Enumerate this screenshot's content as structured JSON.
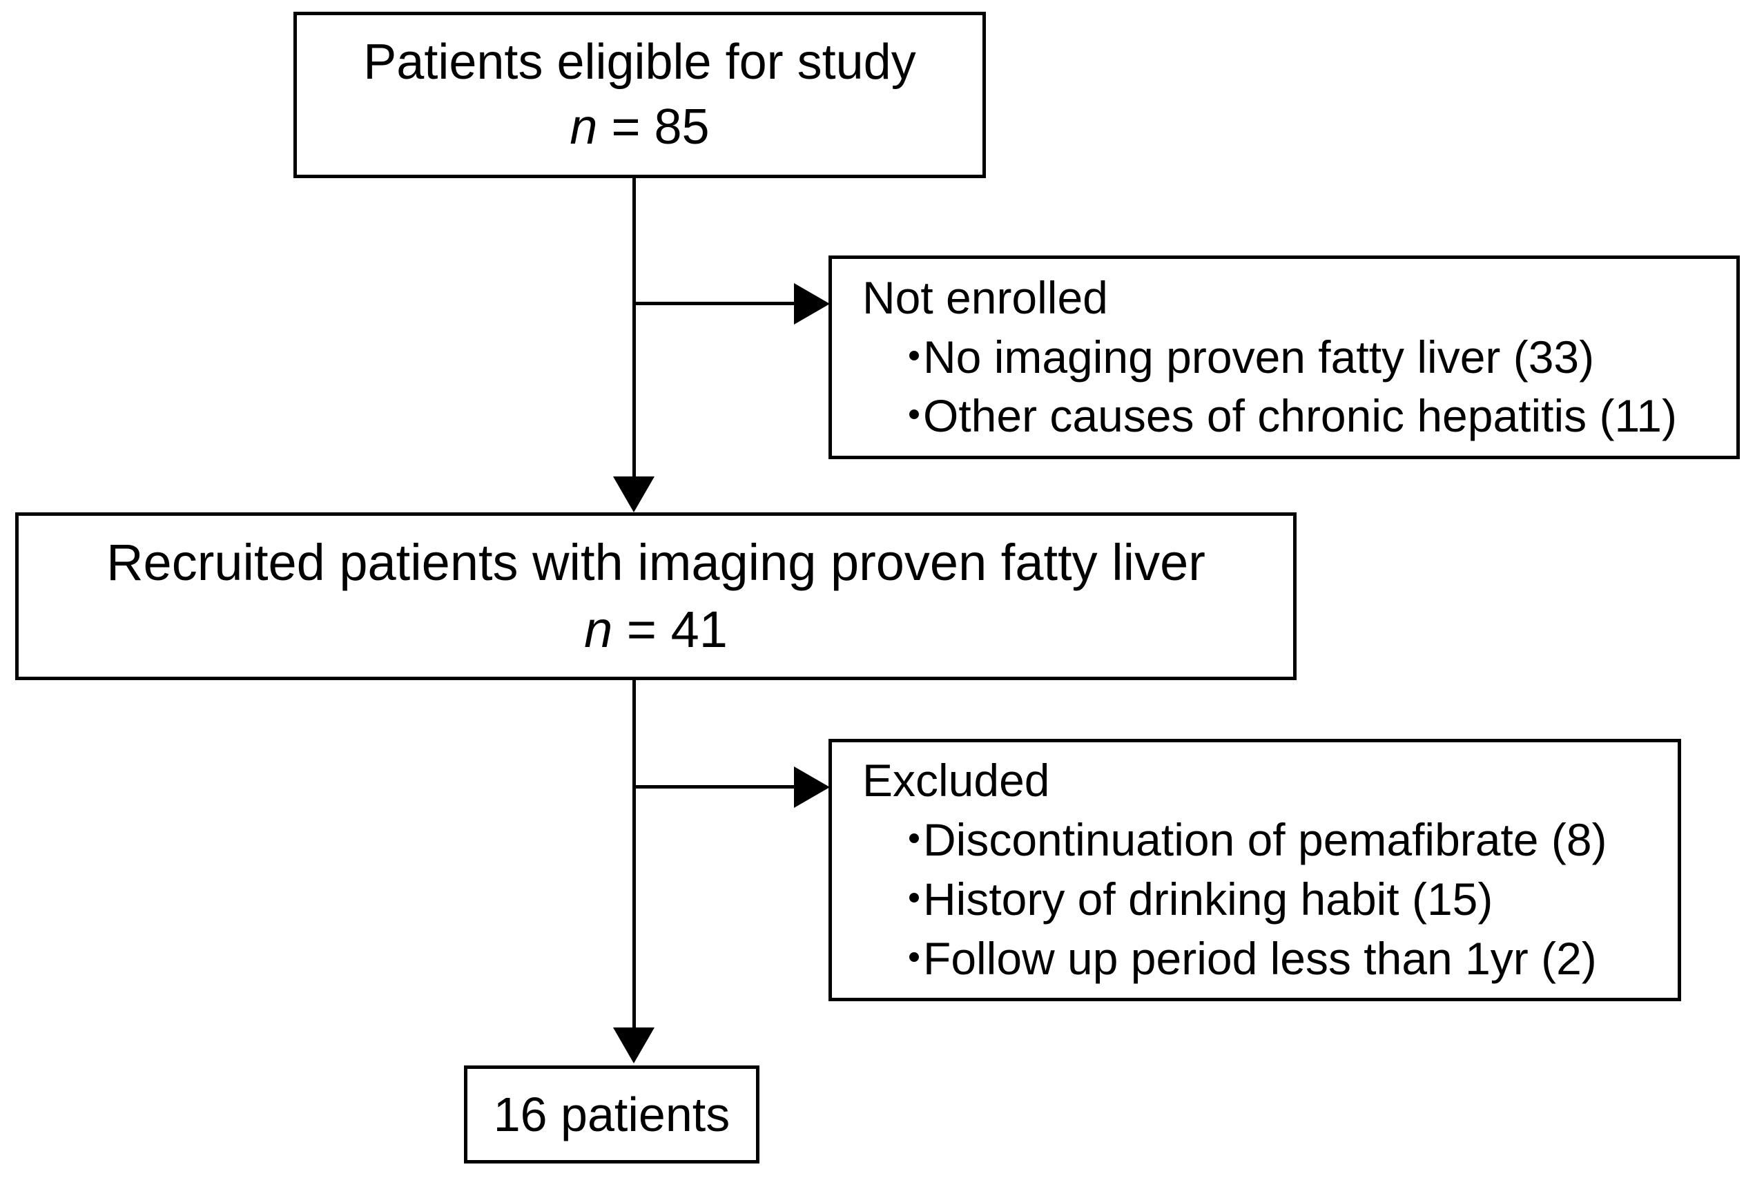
{
  "diagram": {
    "type": "study-flow-diagram",
    "nodes": {
      "eligible": {
        "line1": "Patients eligible for study",
        "n_symbol": "n",
        "n_value": " = 85"
      },
      "not_enrolled": {
        "heading": "Not enrolled",
        "bullet_char": "・",
        "items": [
          "No imaging proven fatty liver (33)",
          "Other causes of chronic hepatitis (11)"
        ]
      },
      "recruited": {
        "line1": "Recruited patients with imaging proven fatty liver",
        "n_symbol": "n",
        "n_value": " = 41"
      },
      "excluded": {
        "heading": "Excluded",
        "bullet_char": "・",
        "items": [
          "Discontinuation of pemafibrate (8)",
          "History of drinking habit (15)",
          "Follow up period less than 1yr (2)"
        ]
      },
      "final": {
        "label": "16 patients"
      }
    },
    "colors": {
      "stroke": "#000000",
      "background": "#ffffff",
      "text": "#000000"
    }
  }
}
